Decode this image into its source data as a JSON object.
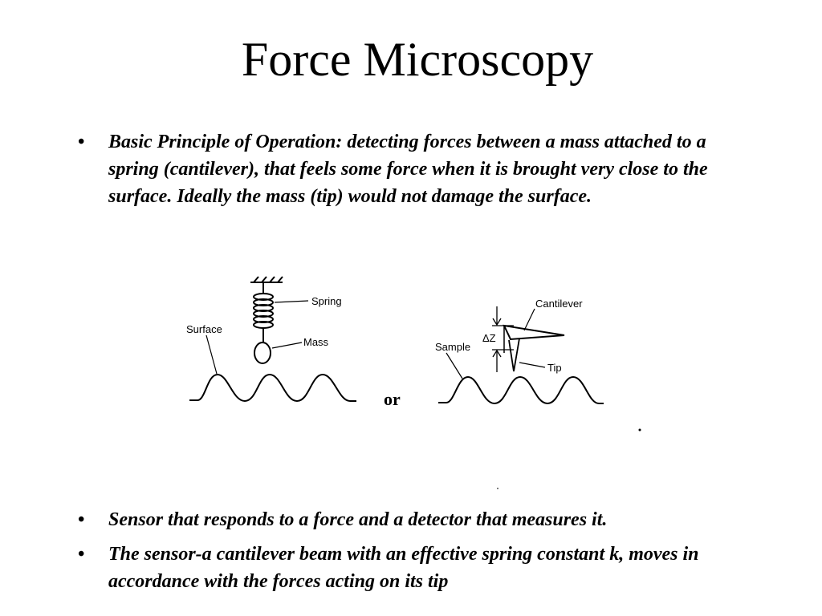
{
  "slide": {
    "title": "Force Microscopy"
  },
  "bullets": [
    {
      "marker": "•",
      "text": "Basic Principle of Operation: detecting forces between a mass attached to a spring (cantilever), that feels some force when it is brought very close to the surface. Ideally the mass (tip) would not damage the surface."
    },
    {
      "marker": "•",
      "text": "Sensor that responds to a force and a detector that measures it."
    },
    {
      "marker": "•",
      "text": "The sensor-a cantilever beam with an effective spring constant k, moves in accordance with the forces acting on its tip"
    }
  ],
  "figure": {
    "left": {
      "spring_label": "Spring",
      "mass_label": "Mass",
      "surface_label": "Surface"
    },
    "separator": "or",
    "right": {
      "cantilever_label": "Cantilever",
      "deltaz_label": "ΔZ",
      "sample_label": "Sample",
      "tip_label": "Tip"
    },
    "line_color": "#000000"
  }
}
